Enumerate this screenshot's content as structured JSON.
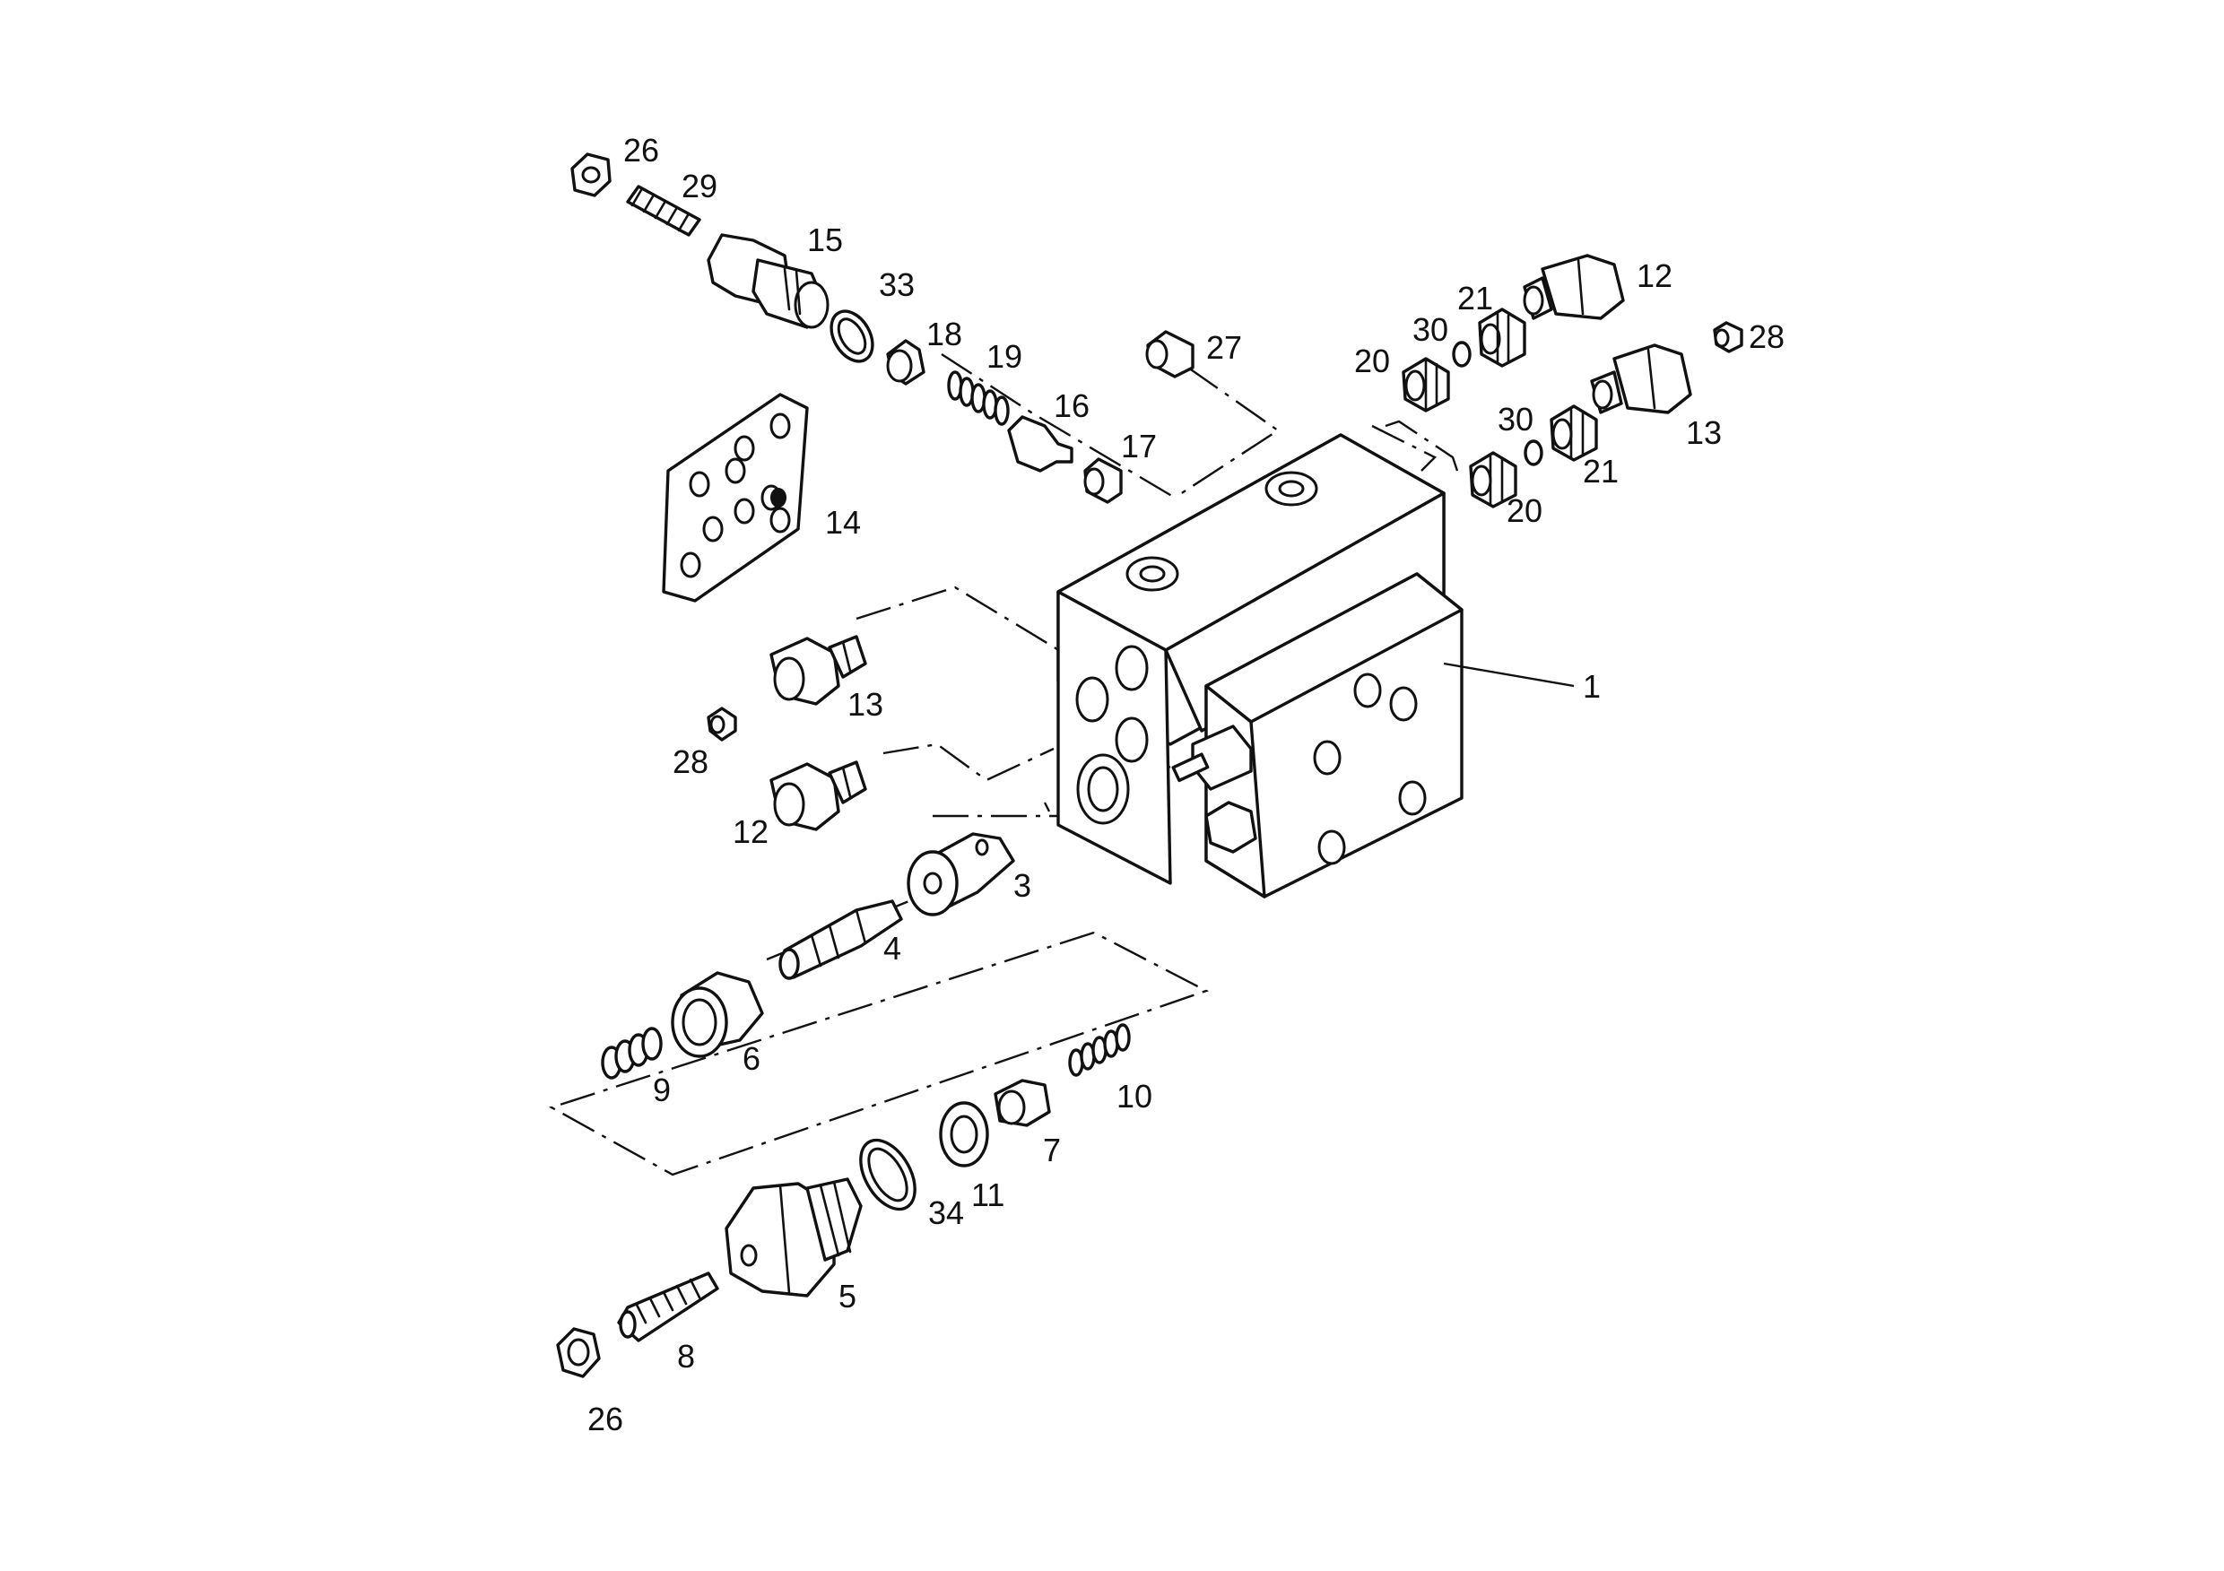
{
  "callouts": {
    "c1": "1",
    "c3": "3",
    "c4": "4",
    "c5": "5",
    "c6": "6",
    "c7": "7",
    "c8": "8",
    "c9": "9",
    "c10": "10",
    "c11": "11",
    "c12a": "12",
    "c12b": "12",
    "c13a": "13",
    "c13b": "13",
    "c14": "14",
    "c15": "15",
    "c16": "16",
    "c17": "17",
    "c18": "18",
    "c19": "19",
    "c20a": "20",
    "c20b": "20",
    "c21a": "21",
    "c21b": "21",
    "c26a": "26",
    "c26b": "26",
    "c27": "27",
    "c28a": "28",
    "c28b": "28",
    "c29": "29",
    "c30a": "30",
    "c30b": "30",
    "c33": "33",
    "c34": "34"
  }
}
